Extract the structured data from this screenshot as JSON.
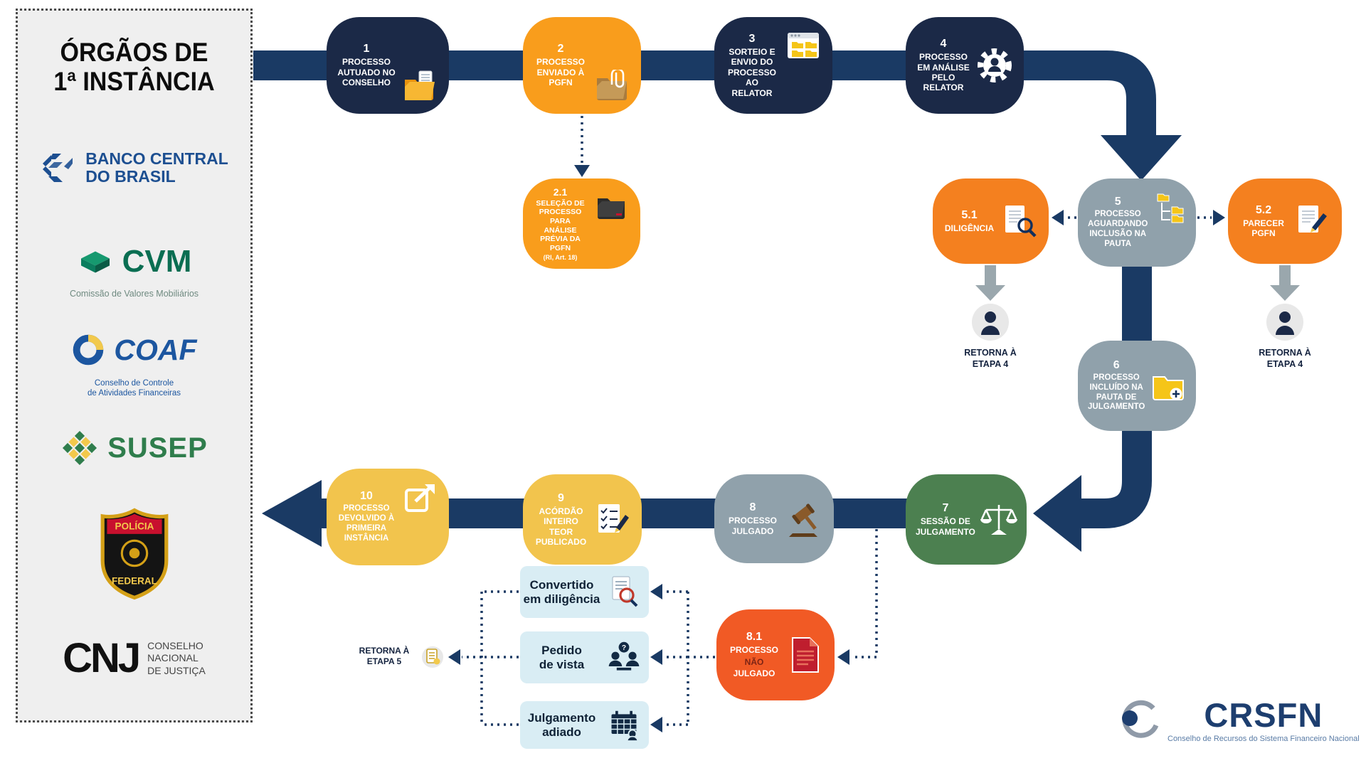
{
  "colors": {
    "navy_box": "#1b2947",
    "flow": "#1a3a64",
    "orange": "#f99d1c",
    "orange_deep": "#f4801f",
    "red_orange": "#f15a25",
    "gray_box": "#90a1ab",
    "green": "#4c8050",
    "yellow": "#f2c44d",
    "light_blue": "#d9edf4"
  },
  "sidebar": {
    "title_line1": "ÓRGÃOS DE",
    "title_line2": "1ª INSTÂNCIA",
    "bcb": {
      "name_line1": "BANCO CENTRAL",
      "name_line2": "DO BRASIL"
    },
    "cvm": {
      "acronym": "CVM",
      "subtitle": "Comissão de Valores Mobiliários"
    },
    "coaf": {
      "acronym": "COAF",
      "subtitle_line1": "Conselho de Controle",
      "subtitle_line2": "de Atividades Financeiras"
    },
    "susep": {
      "acronym": "SUSEP"
    },
    "pf": {
      "line1": "POLÍCIA",
      "line2": "FEDERAL"
    },
    "cnj": {
      "acronym": "CNJ",
      "subtitle_line1": "CONSELHO",
      "subtitle_line2": "NACIONAL",
      "subtitle_line3": "DE JUSTIÇA"
    }
  },
  "steps": {
    "s1": {
      "number": "1",
      "label": "PROCESSO AUTUADO NO CONSELHO"
    },
    "s2": {
      "number": "2",
      "label": "PROCESSO ENVIADO À PGFN"
    },
    "s2_1": {
      "number": "2.1",
      "label": "SELEÇÃO DE PROCESSO PARA ANÁLISE PRÉVIA DA PGFN",
      "note": "(RI, Art. 18)"
    },
    "s3": {
      "number": "3",
      "label": "SORTEIO E ENVIO DO PROCESSO AO RELATOR"
    },
    "s4": {
      "number": "4",
      "label": "PROCESSO EM ANÁLISE PELO RELATOR"
    },
    "s5": {
      "number": "5",
      "label": "PROCESSO AGUARDANDO INCLUSÃO NA PAUTA"
    },
    "s5_1": {
      "number": "5.1",
      "label": "DILIGÊNCIA"
    },
    "s5_2": {
      "number": "5.2",
      "label": "PARECER PGFN"
    },
    "s6": {
      "number": "6",
      "label": "PROCESSO INCLUÍDO NA PAUTA DE JULGAMENTO"
    },
    "s7": {
      "number": "7",
      "label": "SESSÃO DE JULGAMENTO"
    },
    "s8": {
      "number": "8",
      "label": "PROCESSO JULGADO"
    },
    "s8_1": {
      "number": "8.1",
      "word1": "PROCESSO",
      "word2": "NÃO",
      "word3": "JULGADO"
    },
    "s9": {
      "number": "9",
      "label": "ACÓRDÃO INTEIRO TEOR PUBLICADO"
    },
    "s10": {
      "number": "10",
      "label": "PROCESSO DEVOLVIDO À PRIMEIRA INSTÂNCIA"
    }
  },
  "returns": {
    "r4a": {
      "line1": "RETORNA À",
      "line2": "ETAPA 4"
    },
    "r4b": {
      "line1": "RETORNA À",
      "line2": "ETAPA 4"
    },
    "r5": {
      "line1": "RETORNA À",
      "line2": "ETAPA 5"
    }
  },
  "outcomes": {
    "o1": {
      "line1": "Convertido",
      "line2": "em diligência"
    },
    "o2": {
      "line1": "Pedido",
      "line2": "de vista"
    },
    "o3": {
      "line1": "Julgamento",
      "line2": "adiado"
    }
  },
  "footer": {
    "logo": "CRSFN",
    "subtitle": "Conselho de Recursos do Sistema Financeiro Nacional"
  }
}
